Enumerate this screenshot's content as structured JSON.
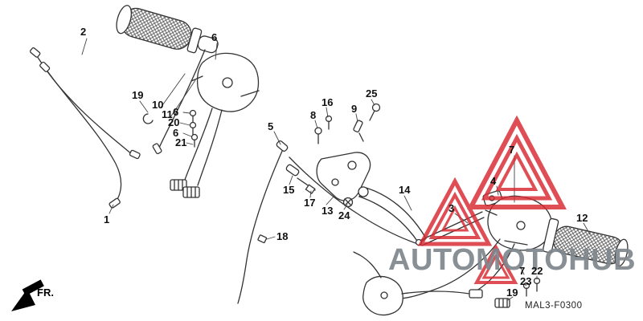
{
  "diagram": {
    "code": "MAL3-F0300",
    "fr_label": "FR.",
    "watermark_text": "AUTOMOTOHUB",
    "accent_color": "#d7282f",
    "line_color": "#333333"
  },
  "callouts": [
    {
      "label": "2"
    },
    {
      "label": "6"
    },
    {
      "label": "19"
    },
    {
      "label": "10"
    },
    {
      "label": "11"
    },
    {
      "label": "6"
    },
    {
      "label": "20"
    },
    {
      "label": "6"
    },
    {
      "label": "21"
    },
    {
      "label": "1"
    },
    {
      "label": "5"
    },
    {
      "label": "15"
    },
    {
      "label": "17"
    },
    {
      "label": "13"
    },
    {
      "label": "24"
    },
    {
      "label": "8"
    },
    {
      "label": "16"
    },
    {
      "label": "9"
    },
    {
      "label": "25"
    },
    {
      "label": "14"
    },
    {
      "label": "18"
    },
    {
      "label": "3"
    },
    {
      "label": "4"
    },
    {
      "label": "7"
    },
    {
      "label": "12"
    },
    {
      "label": "7"
    },
    {
      "label": "22"
    },
    {
      "label": "23"
    },
    {
      "label": "19"
    }
  ]
}
